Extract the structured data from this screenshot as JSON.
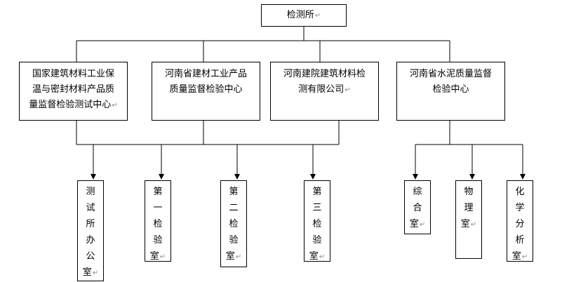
{
  "root": {
    "label": "检测所"
  },
  "centers": [
    {
      "lines": [
        "国家建筑材料工业保",
        "温与密封材料产品质",
        "量监督检验测试中心"
      ]
    },
    {
      "lines": [
        "河南省建材工业产品",
        "质量监督检验中心"
      ]
    },
    {
      "lines": [
        "河南建院建筑材料检",
        "测有限公司"
      ]
    },
    {
      "lines": [
        "河南省水泥质量监督",
        "检验中心"
      ]
    }
  ],
  "offices": [
    {
      "chars": [
        "测",
        "试",
        "所",
        "办",
        "公",
        "室"
      ]
    },
    {
      "chars": [
        "第",
        "一",
        "检",
        "验",
        "室"
      ]
    },
    {
      "chars": [
        "第",
        "二",
        "检",
        "验",
        "室"
      ]
    },
    {
      "chars": [
        "第",
        "三",
        "检",
        "验",
        "室"
      ]
    },
    {
      "chars": [
        "综",
        "合",
        "室"
      ]
    },
    {
      "chars": [
        "物",
        "理",
        "室"
      ]
    },
    {
      "chars": [
        "化",
        "学",
        "分",
        "析",
        "室"
      ]
    }
  ],
  "paragraph_mark": "↵"
}
